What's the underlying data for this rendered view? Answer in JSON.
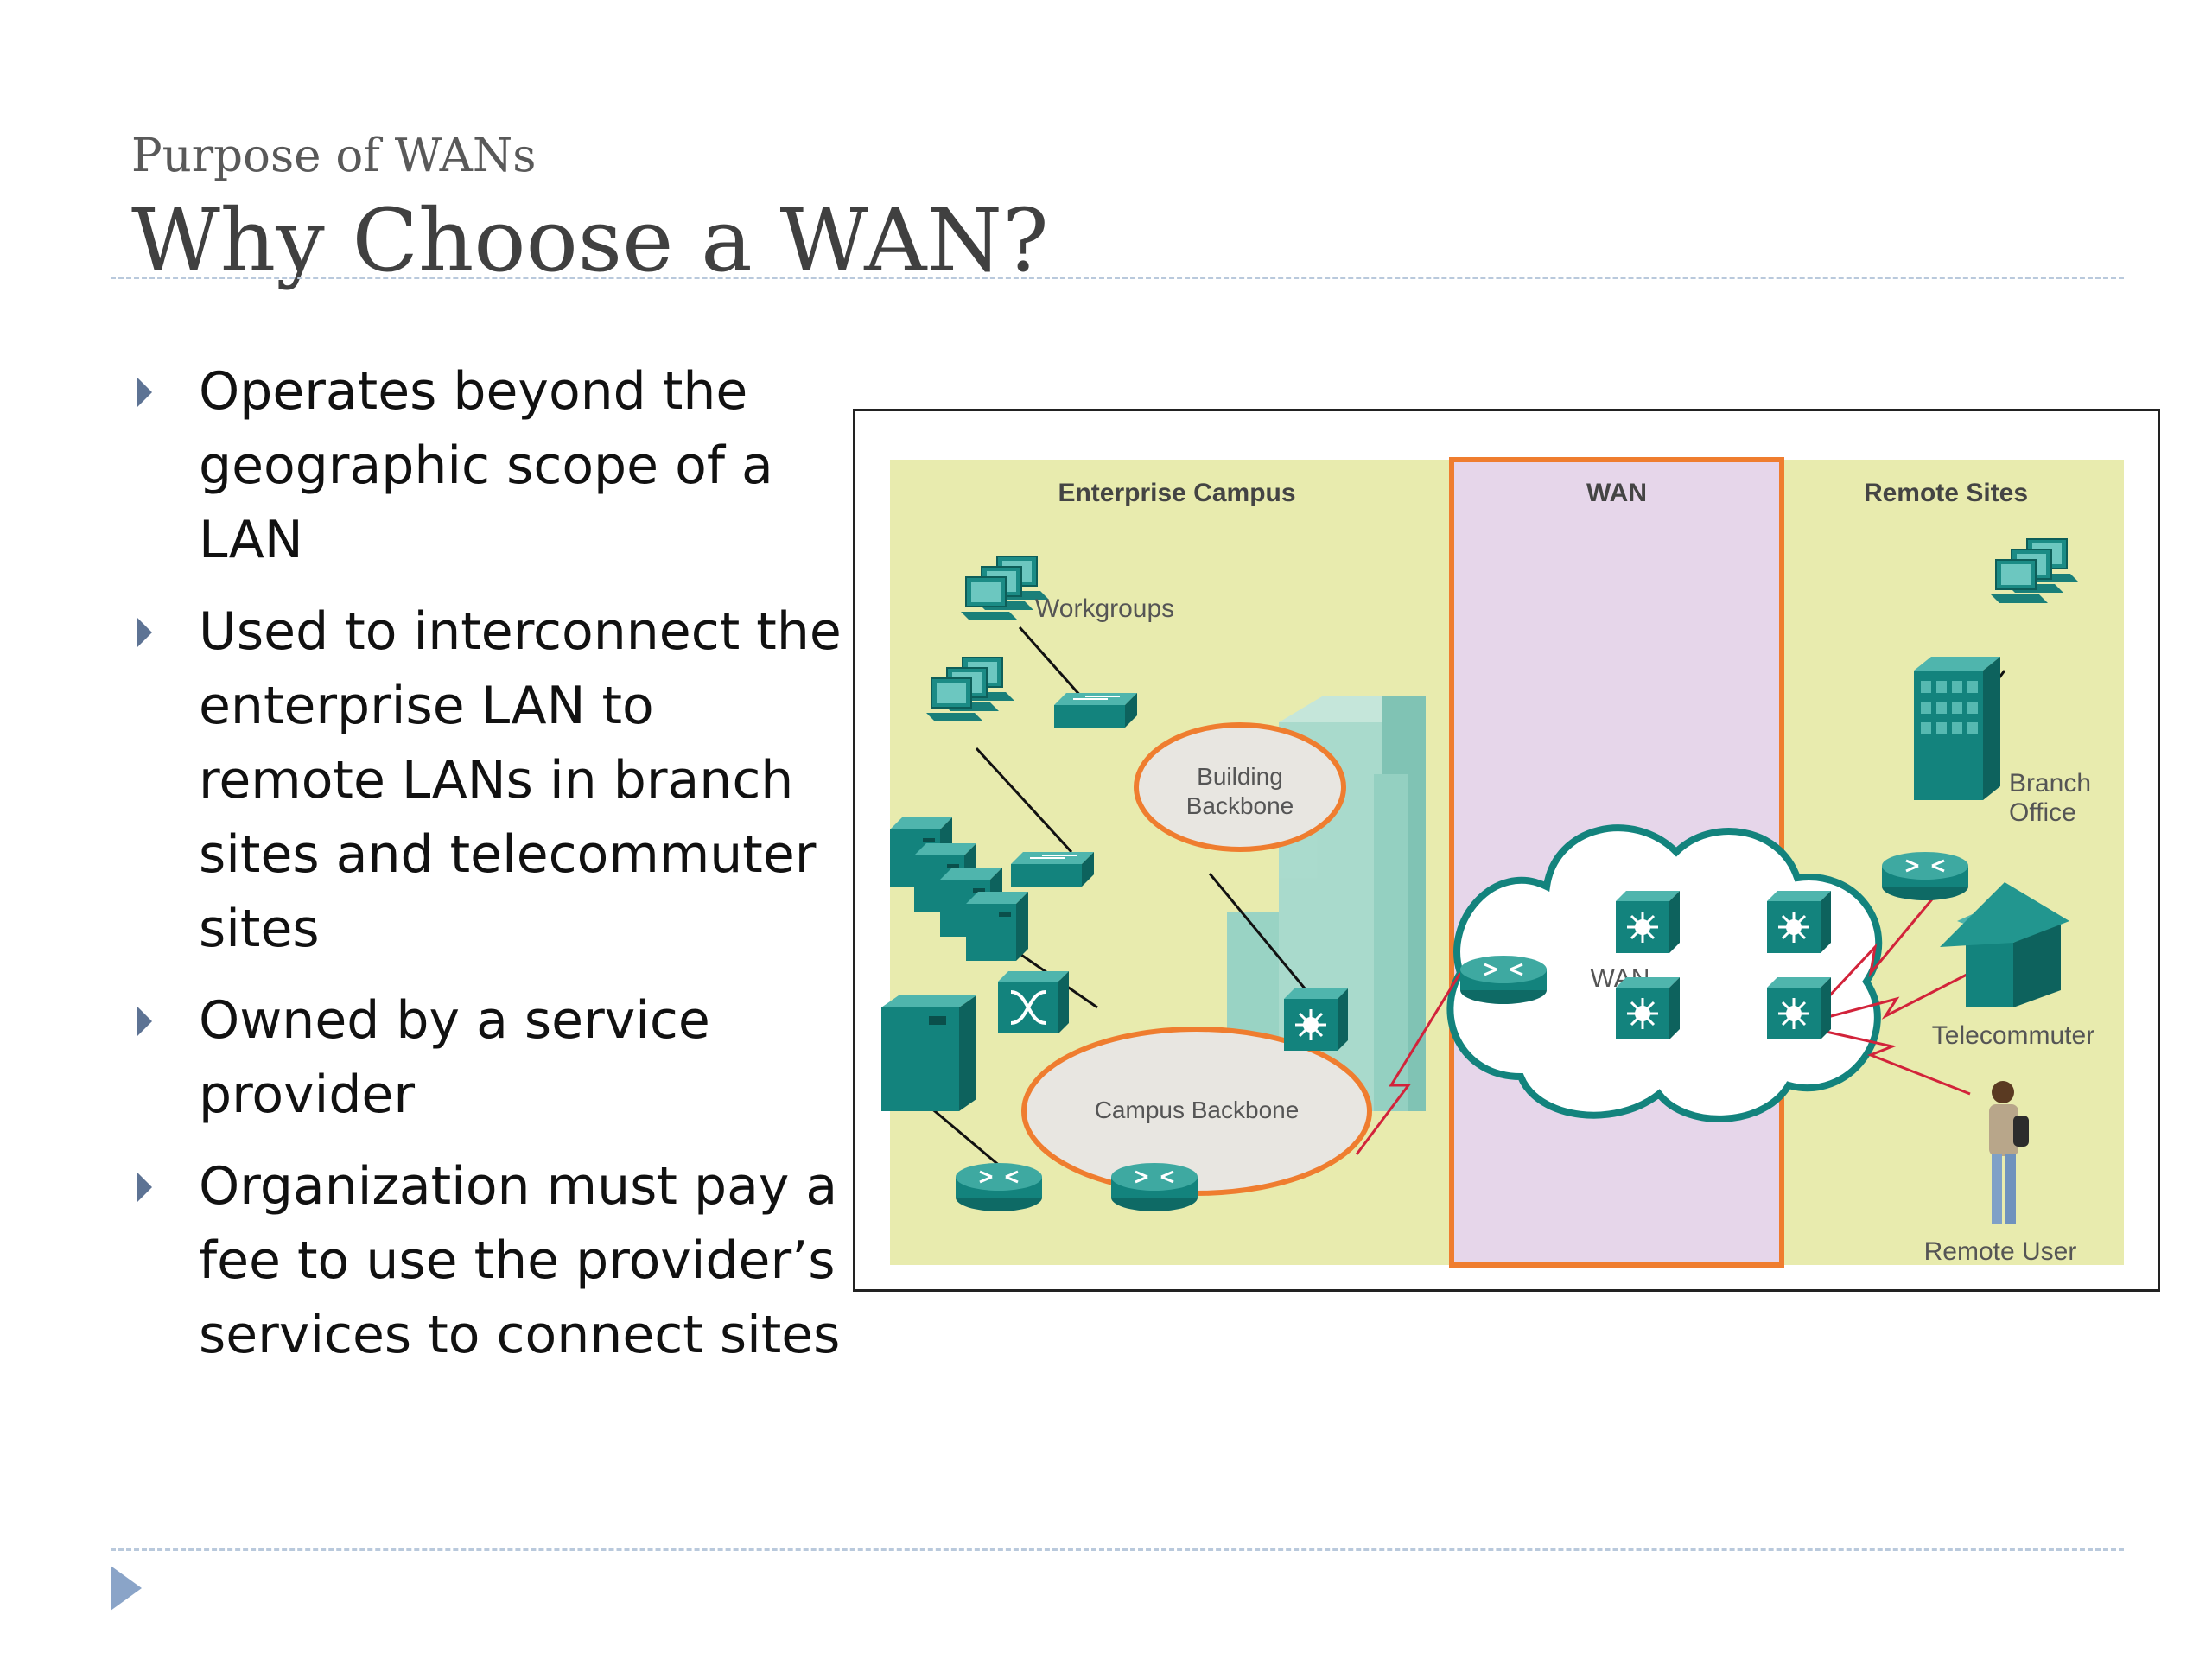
{
  "slide": {
    "subtitle": "Purpose of WANs",
    "title": "Why Choose a WAN?",
    "bullets": [
      "Operates beyond the geographic scope of a LAN",
      "Used to interconnect the enterprise LAN to remote LANs in branch sites and telecommuter sites",
      "Owned by a service provider",
      "Organization must pay a fee to use the provider’s services to connect sites"
    ]
  },
  "diagram": {
    "sections": {
      "campus": "Enterprise Campus",
      "wan": "WAN",
      "remote": "Remote Sites"
    },
    "labels": {
      "workgroups": "Workgroups",
      "building_backbone_1": "Building",
      "building_backbone_2": "Backbone",
      "campus_backbone": "Campus Backbone",
      "wan_cloud": "WAN",
      "branch_1": "Branch",
      "branch_2": "Office",
      "telecommuter": "Telecommuter",
      "remote_user": "Remote User"
    },
    "colors": {
      "panel": "#e8ebae",
      "wan_zone": "#e6d6ea",
      "wan_border": "#ef7d2f",
      "device": "#13837d",
      "link_red": "#d2233a"
    }
  }
}
